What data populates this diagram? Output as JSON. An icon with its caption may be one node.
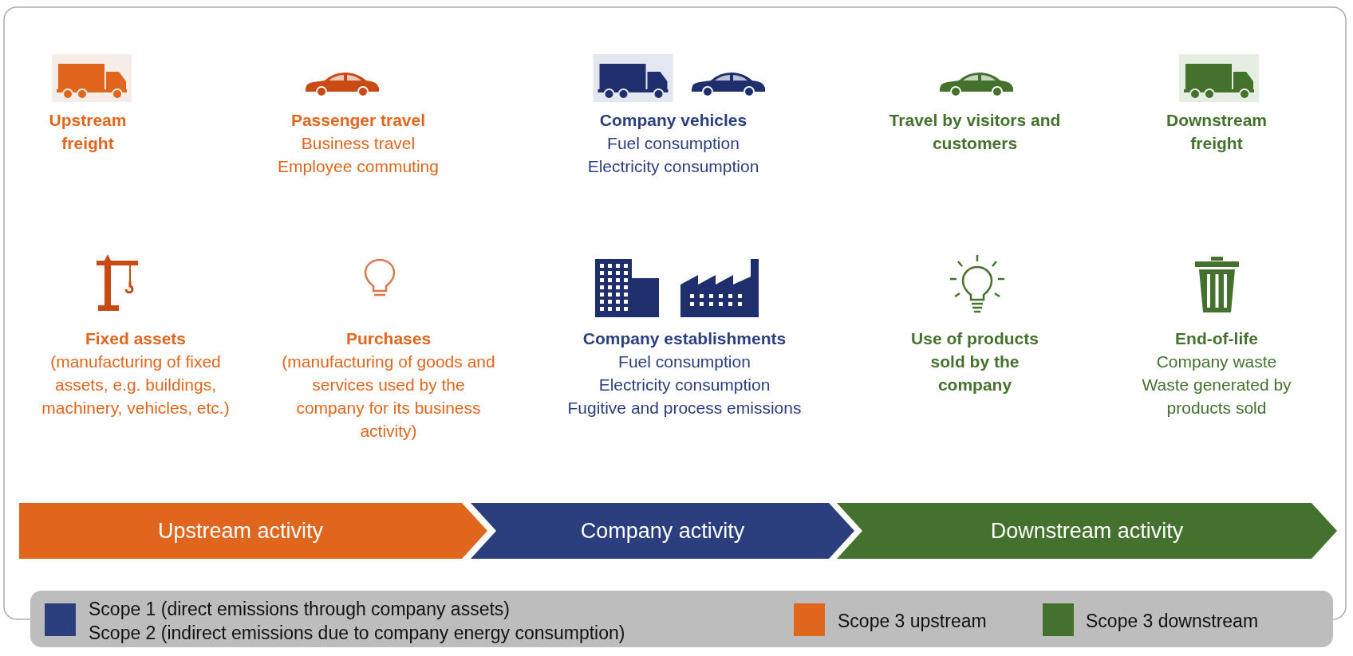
{
  "diagram": {
    "nodes": [
      {
        "text": [
          "Upstream activity"
        ]
      },
      {
        "text": [
          "Company activity"
        ]
      },
      {
        "text": [
          "Downstream activity"
        ]
      }
    ],
    "labels": [
      "Upstream freight",
      "Passenger travel",
      "Business travel",
      "Employee commuting",
      "Company vehicles",
      "Fuel consumption",
      "Electricity consumption",
      "Travel by visitors and customers",
      "Downstream freight",
      "Fixed assets",
      "(manufacturing of fixed assets, e.g. buildings, machinery, vehicles, etc.)",
      "Purchases",
      "(manufacturing of goods and services used by the company for its business activity)",
      "Company establishments",
      "Fuel consumption",
      "Electricity consumption",
      "Fugitive and process emissions",
      "Use of products sold by the company",
      "End-of-life",
      "Company waste",
      "Waste generated by products sold"
    ],
    "legend": [
      {
        "text": "Scope 1 (direct emissions through company assets)",
        "color": "#2b3f7e"
      },
      {
        "text": "Scope 2 (indirect emissions due to company energy consumption)",
        "color": "#2b3f7e"
      },
      {
        "text": "Scope 3 upstream",
        "color": "#e0661e"
      },
      {
        "text": "Scope 3 downstream",
        "color": "#44722e"
      }
    ]
  }
}
